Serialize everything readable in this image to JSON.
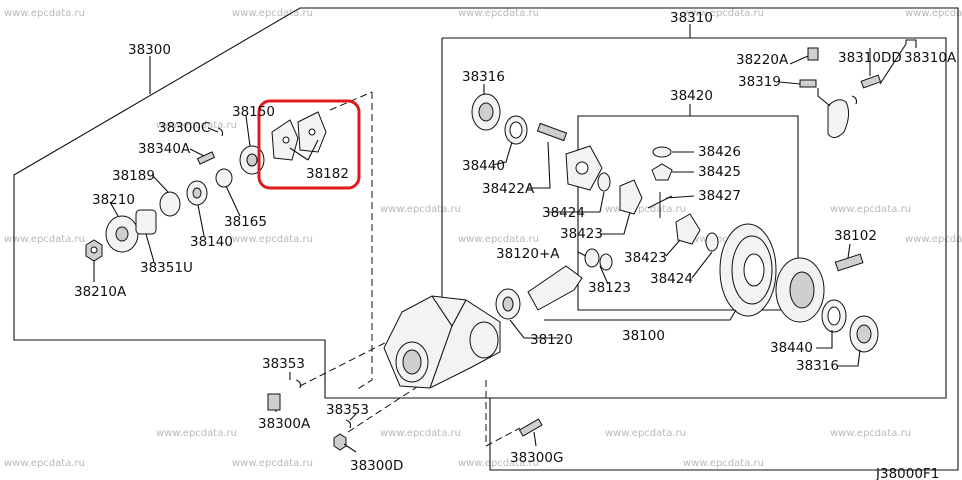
{
  "diagram_code": "J38000F1",
  "watermark_text": "www.epcdata.ru",
  "highlight_color": "#e0191c",
  "labels": {
    "p38300": "38300",
    "p38310": "38310",
    "p38300C": "38300C",
    "p38340A": "38340A",
    "p38150": "38150",
    "p38182": "38182",
    "p38189": "38189",
    "p38210": "38210",
    "p38165": "38165",
    "p38140": "38140",
    "p38351U": "38351U",
    "p38210A": "38210A",
    "p38316_top": "38316",
    "p38440_top": "38440",
    "p38422A": "38422A",
    "p38420": "38420",
    "p38426": "38426",
    "p38425": "38425",
    "p38427": "38427",
    "p38424_a": "38424",
    "p38423_a": "38423",
    "p38423_b": "38423",
    "p38424_b": "38424",
    "p38120A": "38120+A",
    "p38123": "38123",
    "p38120": "38120",
    "p38100": "38100",
    "p38220A": "38220A",
    "p38319": "38319",
    "p38310DD": "38310DD",
    "p38310A": "38310A",
    "p38102": "38102",
    "p38440_bot": "38440",
    "p38316_bot": "38316",
    "p38353_a": "38353",
    "p38300A": "38300A",
    "p38353_b": "38353",
    "p38300D": "38300D",
    "p38300G": "38300G"
  }
}
